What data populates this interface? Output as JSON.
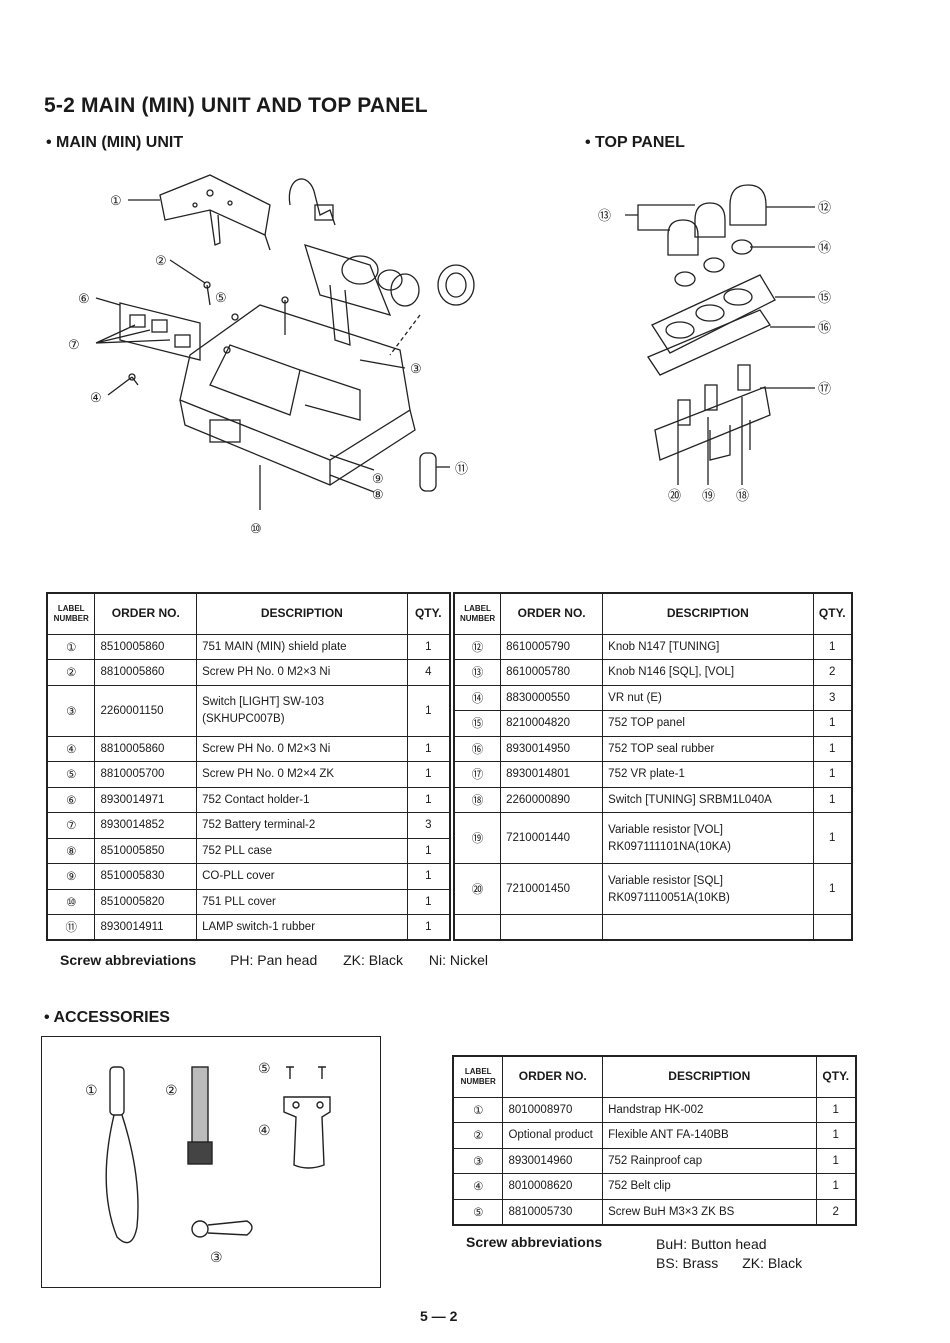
{
  "page": {
    "title": "5-2 MAIN (MIN) UNIT AND TOP PANEL",
    "main_unit_heading": "• MAIN (MIN) UNIT",
    "top_panel_heading": "• TOP PANEL",
    "accessories_heading": "• ACCESSORIES",
    "page_number": "5 — 2"
  },
  "table_headers": {
    "label_number": "LABEL NUMBER",
    "order_no": "ORDER NO.",
    "description": "DESCRIPTION",
    "qty": "QTY."
  },
  "main_parts_left": [
    {
      "label": "1",
      "order": "8510005860",
      "desc": "751 MAIN (MIN) shield plate",
      "qty": "1"
    },
    {
      "label": "2",
      "order": "8810005860",
      "desc": "Screw PH No. 0 M2×3 Ni",
      "qty": "4"
    },
    {
      "label": "3",
      "order": "2260001150",
      "desc": "Switch [LIGHT] SW-103",
      "desc2": "(SKHUPC007B)",
      "qty": "1"
    },
    {
      "label": "4",
      "order": "8810005860",
      "desc": "Screw PH No. 0 M2×3 Ni",
      "qty": "1"
    },
    {
      "label": "5",
      "order": "8810005700",
      "desc": "Screw PH No. 0 M2×4 ZK",
      "qty": "1"
    },
    {
      "label": "6",
      "order": "8930014971",
      "desc": "752 Contact holder-1",
      "qty": "1"
    },
    {
      "label": "7",
      "order": "8930014852",
      "desc": "752 Battery terminal-2",
      "qty": "3"
    },
    {
      "label": "8",
      "order": "8510005850",
      "desc": "752 PLL case",
      "qty": "1"
    },
    {
      "label": "9",
      "order": "8510005830",
      "desc": "CO-PLL cover",
      "qty": "1"
    },
    {
      "label": "10",
      "order": "8510005820",
      "desc": "751 PLL cover",
      "qty": "1"
    },
    {
      "label": "11",
      "order": "8930014911",
      "desc": "LAMP switch-1 rubber",
      "qty": "1"
    }
  ],
  "main_parts_right": [
    {
      "label": "12",
      "order": "8610005790",
      "desc": "Knob N147 [TUNING]",
      "qty": "1"
    },
    {
      "label": "13",
      "order": "8610005780",
      "desc": "Knob N146 [SQL], [VOL]",
      "qty": "2"
    },
    {
      "label": "14",
      "order": "8830000550",
      "desc": "VR nut (E)",
      "qty": "3"
    },
    {
      "label": "15",
      "order": "8210004820",
      "desc": "752 TOP panel",
      "qty": "1"
    },
    {
      "label": "16",
      "order": "8930014950",
      "desc": "752 TOP seal rubber",
      "qty": "1"
    },
    {
      "label": "17",
      "order": "8930014801",
      "desc": "752 VR plate-1",
      "qty": "1"
    },
    {
      "label": "18",
      "order": "2260000890",
      "desc": "Switch [TUNING] SRBM1L040A",
      "qty": "1"
    },
    {
      "label": "19",
      "order": "7210001440",
      "desc": "Variable resistor [VOL]",
      "desc2": "RK097111101NA(10KA)",
      "qty": "1"
    },
    {
      "label": "20",
      "order": "7210001450",
      "desc": "Variable resistor [SQL]",
      "desc2": "RK0971110051A(10KB)",
      "qty": "1"
    }
  ],
  "screw_abbr_main": {
    "title": "Screw abbreviations",
    "items": [
      "PH: Pan head",
      "ZK: Black",
      "Ni: Nickel"
    ]
  },
  "accessories": [
    {
      "label": "1",
      "order": "8010008970",
      "desc": "Handstrap HK-002",
      "qty": "1"
    },
    {
      "label": "2",
      "order": "Optional product",
      "desc": "Flexible ANT FA-140BB",
      "qty": "1"
    },
    {
      "label": "3",
      "order": "8930014960",
      "desc": "752 Rainproof cap",
      "qty": "1"
    },
    {
      "label": "4",
      "order": "8010008620",
      "desc": "752 Belt clip",
      "qty": "1"
    },
    {
      "label": "5",
      "order": "8810005730",
      "desc": "Screw BuH M3×3 ZK BS",
      "qty": "2"
    }
  ],
  "screw_abbr_acc": {
    "title": "Screw abbreviations",
    "line1": "BuH: Button head",
    "line2a": "BS: Brass",
    "line2b": "ZK: Black"
  },
  "callouts": {
    "c1": "①",
    "c2": "②",
    "c3": "③",
    "c4": "④",
    "c5": "⑤",
    "c6": "⑥",
    "c7": "⑦",
    "c8": "⑧",
    "c9": "⑨",
    "c10": "⑩",
    "c11": "⑪",
    "c12": "⑫",
    "c13": "⑬",
    "c14": "⑭",
    "c15": "⑮",
    "c16": "⑯",
    "c17": "⑰",
    "c18": "⑱",
    "c19": "⑲",
    "c20": "⑳"
  }
}
